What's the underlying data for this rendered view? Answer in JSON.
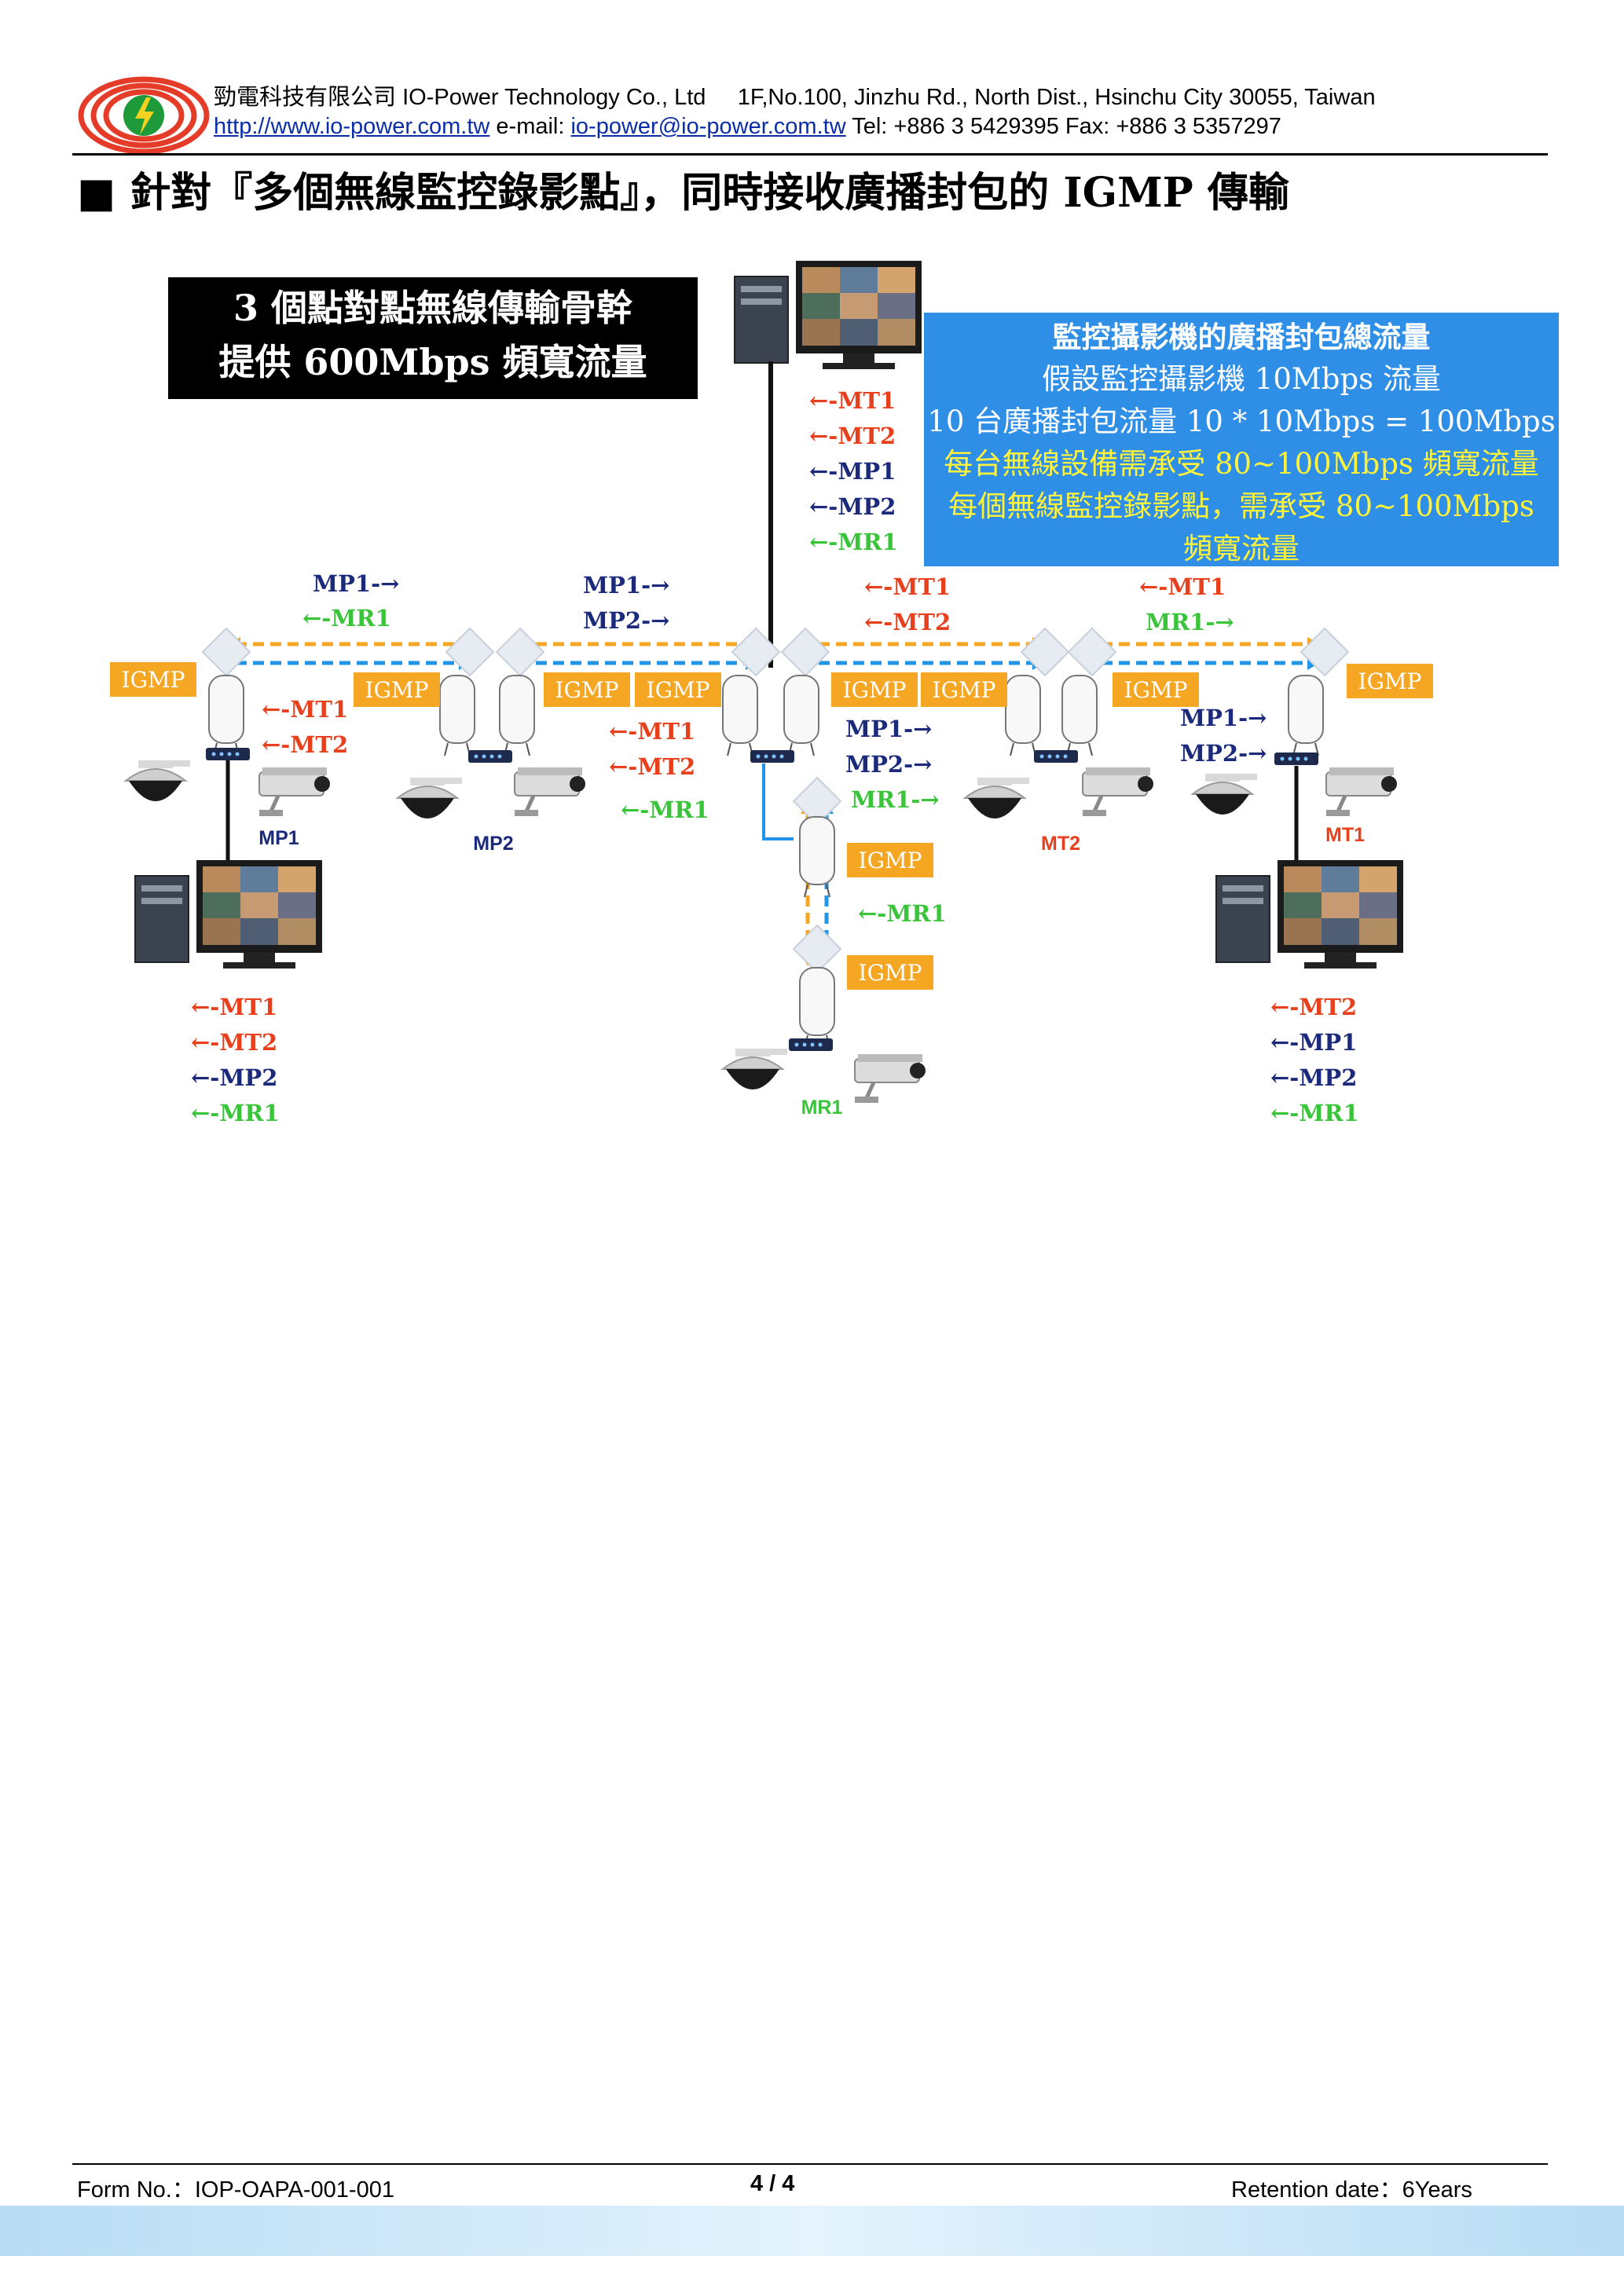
{
  "header": {
    "company_cn": "勁電科技有限公司",
    "company_en": "IO-Power Technology Co., Ltd",
    "address": "1F,No.100, Jinzhu Rd., North Dist., Hsinchu City 30055, Taiwan",
    "website": "http://www.io-power.com.tw",
    "email_label": "e-mail:",
    "email": "io-power@io-power.com.tw",
    "phone": "Tel: +886 3 5429395 Fax: +886 3 5357297"
  },
  "title": "■ 針對『多個無線監控錄影點』，同時接收廣播封包的 IGMP 傳輸",
  "diagram": {
    "backbone_box": [
      "3 個點對點無線傳輸骨幹",
      "提供 600Mbps 頻寬流量"
    ],
    "info_box": {
      "heading": "監控攝影機的廣播封包總流量",
      "line1": "假設監控攝影機 10Mbps 流量",
      "line2": "10 台廣播封包流量 10 * 10Mbps = 100Mbps",
      "line3": "每台無線設備需承受 80~100Mbps 頻寬流量",
      "line4": "每個無線監控錄影點，需承受 80~100Mbps",
      "line5": "頻寬流量"
    },
    "igmp_label": "IGMP",
    "sites": {
      "mp1": "MP1",
      "mp2": "MP2",
      "mt2": "MT2",
      "mt1": "MT1",
      "mr1": "MR1"
    },
    "center_monitor_list": [
      "←-MT1",
      "←-MT2",
      "←-MP1",
      "←-MP2",
      "←-MR1"
    ],
    "link1": [
      "MP1-→",
      "←-MR1"
    ],
    "link2": [
      "MP1-→",
      "MP2-→"
    ],
    "link3": [
      "←-MT1",
      "←-MT2"
    ],
    "link4": [
      "←-MT1",
      "MR1-→"
    ],
    "mp1_uplinks": [
      "←-MT1",
      "←-MT2"
    ],
    "mp2_uplinks": [
      "←-MT1",
      "←-MT2",
      "←-MR1"
    ],
    "center_downlinks": [
      "MP1-→",
      "MP2-→",
      "MR1-→"
    ],
    "mt1_uplinks": [
      "MP1-→",
      "MP2-→"
    ],
    "mr1_uplink": "←-MR1",
    "mp1_monitor_list": [
      "←-MT1",
      "←-MT2",
      "←-MP2",
      "←-MR1"
    ],
    "mt1_monitor_list": [
      "←-MT2",
      "←-MP1",
      "←-MP2",
      "←-MR1"
    ],
    "colors": {
      "orange": "#f5a623",
      "blue": "#2196e8",
      "red": "#e8401c",
      "navy": "#1b2a7a",
      "green": "#39c43a"
    }
  },
  "footer": {
    "form_no": "Form No.：IOP-OAPA-001-001",
    "page": "4 / 4",
    "retention": "Retention date：6Years"
  }
}
